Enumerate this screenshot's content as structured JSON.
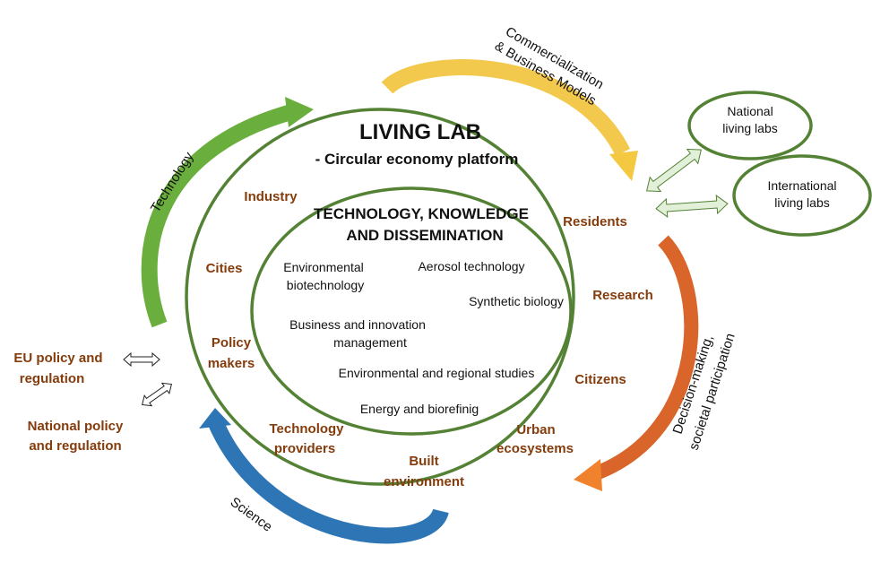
{
  "colors": {
    "ellipse_stroke": "#548235",
    "stakeholder_text": "#843C0C",
    "technology_arrow": "#6AAF3D",
    "commercialization_arrow": "#F5C842",
    "decision_arrow": "#E87A2A",
    "science_arrow": "#2E75B6",
    "link_arrow_fill": "#E2F0D9"
  },
  "outer": {
    "title": "LIVING LAB",
    "subtitle": "- Circular economy platform",
    "stakeholders": [
      "Industry",
      "Cities",
      "Policy",
      "makers",
      "Technology",
      "providers",
      "Built",
      "environment",
      "Urban",
      "ecosystems",
      "Citizens",
      "Research",
      "Residents"
    ]
  },
  "inner": {
    "title_line1": "TECHNOLOGY, KNOWLEDGE",
    "title_line2": "AND DISSEMINATION",
    "items": [
      "Environmental",
      "biotechnology",
      "Aerosol technology",
      "Synthetic biology",
      "Business and innovation",
      "management",
      "Environmental and regional studies",
      "Energy and biorefinig"
    ]
  },
  "arrows": {
    "technology": "Technology",
    "commercialization_line1": "Commercialization",
    "commercialization_line2": "& Business Models",
    "decision_line1": "Decision-making,",
    "decision_line2": "societal participation",
    "science": "Science"
  },
  "external": {
    "national_line1": "National",
    "national_line2": "living labs",
    "international_line1": "International",
    "international_line2": "living labs",
    "eu_line1": "EU policy and",
    "eu_line2": "regulation",
    "national_policy_line1": "National policy",
    "national_policy_line2": "and regulation"
  }
}
